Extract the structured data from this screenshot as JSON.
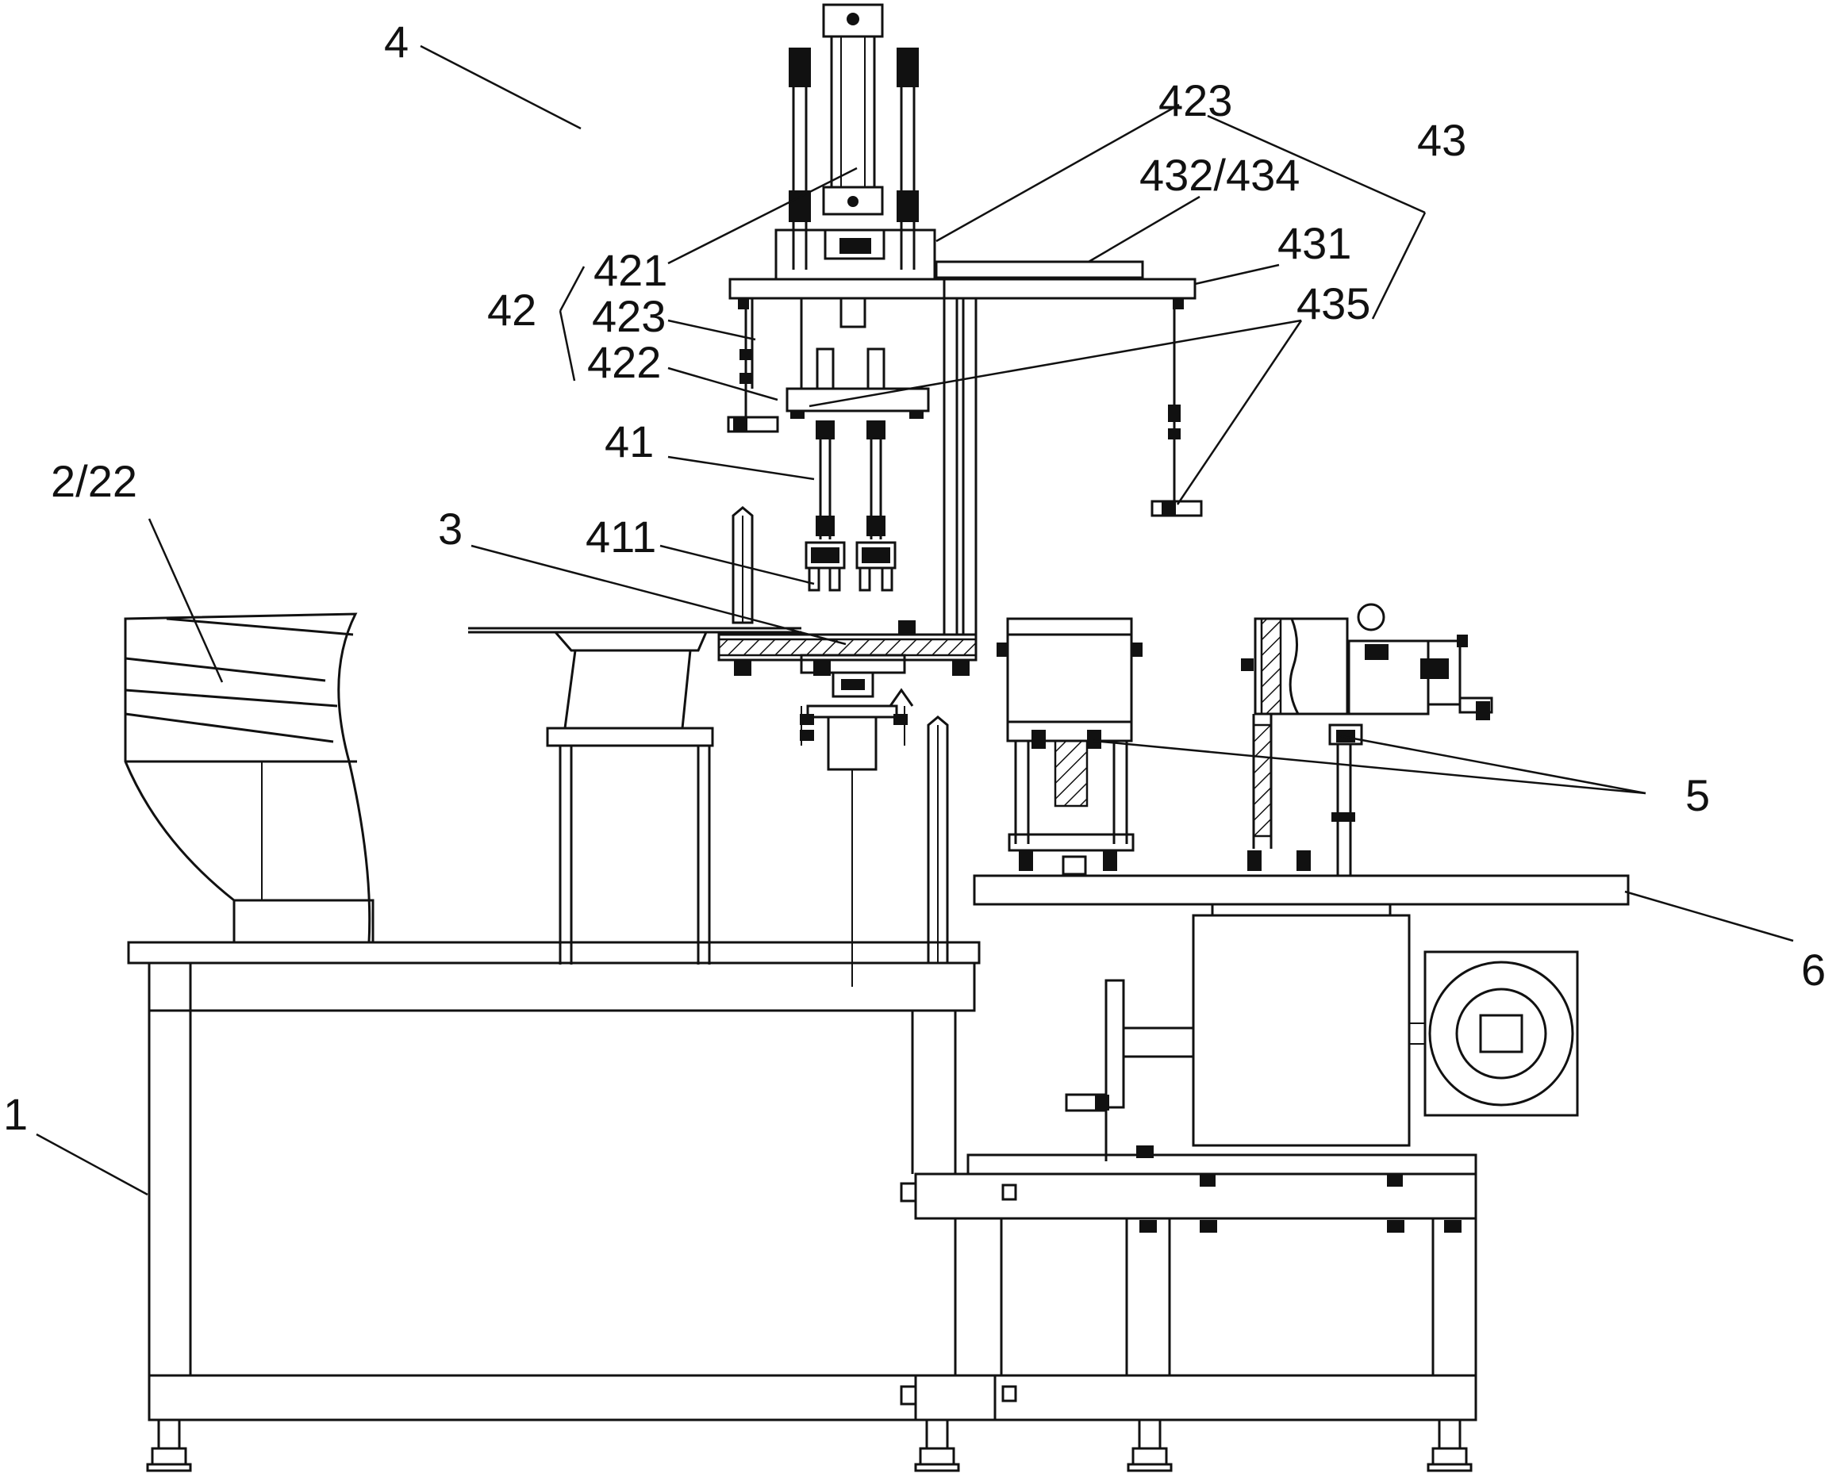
{
  "labels": {
    "l4": "4",
    "l423_top": "423",
    "l43": "43",
    "l432_434": "432/434",
    "l421": "421",
    "l431": "431",
    "l42": "42",
    "l423": "423",
    "l435": "435",
    "l422": "422",
    "l41": "41",
    "l2_22": "2/22",
    "l3": "3",
    "l411": "411",
    "l5": "5",
    "l6": "6",
    "l1": "1"
  }
}
